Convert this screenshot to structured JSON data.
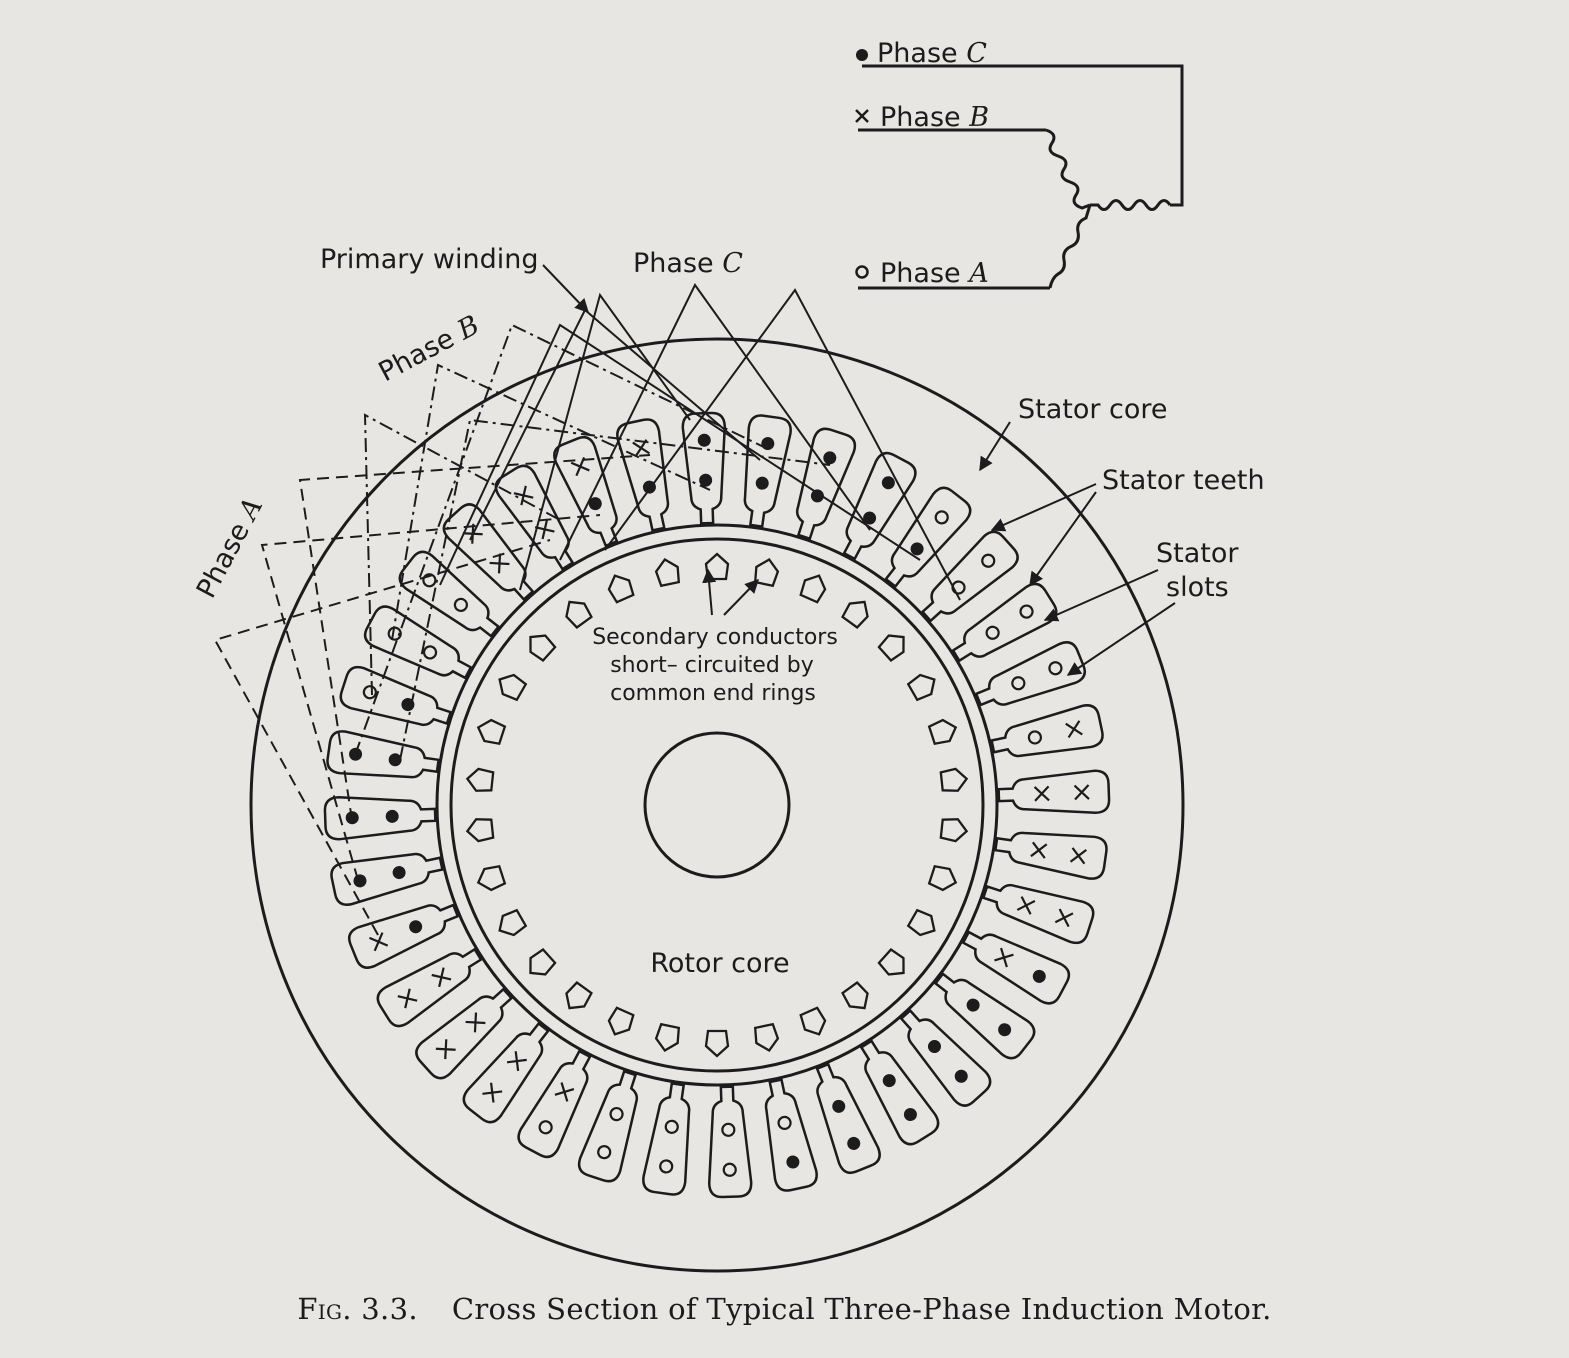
{
  "labels": {
    "primary_winding": "Primary winding",
    "phase_c": "Phase C",
    "phase_b": "Phase B",
    "phase_a": "Phase A",
    "stator_core": "Stator core",
    "stator_teeth": "Stator teeth",
    "stator_slots_line1": "Stator",
    "stator_slots_line2": "slots",
    "secondary_line1": "Secondary conductors",
    "secondary_line2": "short– circuited by",
    "secondary_line3": "common end rings",
    "rotor_core": "Rotor core"
  },
  "legend": {
    "phase_word": "Phase",
    "c": {
      "letter": "C",
      "symbol": "filled-dot"
    },
    "b": {
      "letter": "B",
      "symbol": "cross"
    },
    "a": {
      "letter": "A",
      "symbol": "open-circle"
    }
  },
  "caption": {
    "fig": "Fig. 3.3.",
    "text": "Cross Section of Typical Three-Phase Induction Motor."
  },
  "colors": {
    "ink": "#1c1c1c",
    "paper": "#e7e6e3"
  },
  "stator_slots": [
    [
      "x",
      "x"
    ],
    [
      "x",
      "x"
    ],
    [
      "dot",
      "x"
    ],
    [
      "dot",
      "x"
    ],
    [
      "dot",
      "dot"
    ],
    [
      "dot",
      "dot"
    ],
    [
      "dot",
      "dot"
    ],
    [
      "dot",
      "dot"
    ],
    [
      "dot",
      "circle"
    ],
    [
      "circle",
      "circle"
    ],
    [
      "circle",
      "circle"
    ],
    [
      "circle",
      "circle"
    ],
    [
      "circle",
      "x"
    ],
    [
      "x",
      "x"
    ],
    [
      "x",
      "x"
    ],
    [
      "x",
      "x"
    ],
    [
      "x",
      "dot"
    ],
    [
      "dot",
      "dot"
    ],
    [
      "dot",
      "dot"
    ],
    [
      "dot",
      "dot"
    ],
    [
      "dot",
      "dot"
    ],
    [
      "circle",
      "dot"
    ],
    [
      "circle",
      "circle"
    ],
    [
      "circle",
      "circle"
    ],
    [
      "circle",
      "circle"
    ],
    [
      "x",
      "circle"
    ],
    [
      "x",
      "x"
    ],
    [
      "x",
      "x"
    ],
    [
      "x",
      "x"
    ],
    [
      "dot",
      "x"
    ],
    [
      "dot",
      "dot"
    ],
    [
      "dot",
      "dot"
    ],
    [
      "dot",
      "dot"
    ],
    [
      "dot",
      "circle"
    ],
    [
      "circle",
      "circle"
    ],
    [
      "circle",
      "circle"
    ]
  ]
}
